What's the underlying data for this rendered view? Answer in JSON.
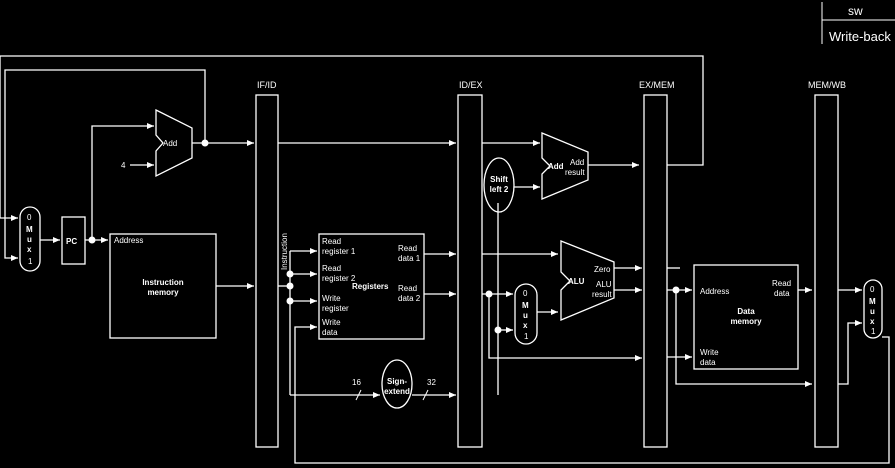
{
  "corner": {
    "top_text": "sw",
    "bottom_text": "Write-back"
  },
  "pipeline_registers": [
    "IF/ID",
    "ID/EX",
    "EX/MEM",
    "MEM/WB"
  ],
  "pc_label": "PC",
  "const_four": "4",
  "adder_label": "Add",
  "mux": {
    "top": "0",
    "letters": [
      "M",
      "u",
      "x"
    ],
    "bottom": "1"
  },
  "instruction_memory": {
    "port": "Address",
    "line1": "Instruction",
    "line2": "memory"
  },
  "instruction_bus": "Instruction",
  "registers": {
    "title": "Registers",
    "read_reg1": [
      "Read",
      "register 1"
    ],
    "read_reg2": [
      "Read",
      "register 2"
    ],
    "write_reg": [
      "Write",
      "register"
    ],
    "write_data": [
      "Write",
      "data"
    ],
    "read_data1": [
      "Read",
      "data 1"
    ],
    "read_data2": [
      "Read",
      "data 2"
    ]
  },
  "shift_left": [
    "Shift",
    "left 2"
  ],
  "branch_adder": {
    "label": "Add",
    "out": [
      "Add",
      "result"
    ]
  },
  "alu": {
    "label": "ALU",
    "zero": "Zero",
    "result": [
      "ALU",
      "result"
    ]
  },
  "data_memory": {
    "address": "Address",
    "read_data": [
      "Read",
      "data"
    ],
    "write_data": [
      "Write",
      "data"
    ],
    "title": [
      "Data",
      "memory"
    ]
  },
  "sign_extend": {
    "label": [
      "Sign-",
      "extend"
    ],
    "in_bits": "16",
    "out_bits": "32"
  }
}
